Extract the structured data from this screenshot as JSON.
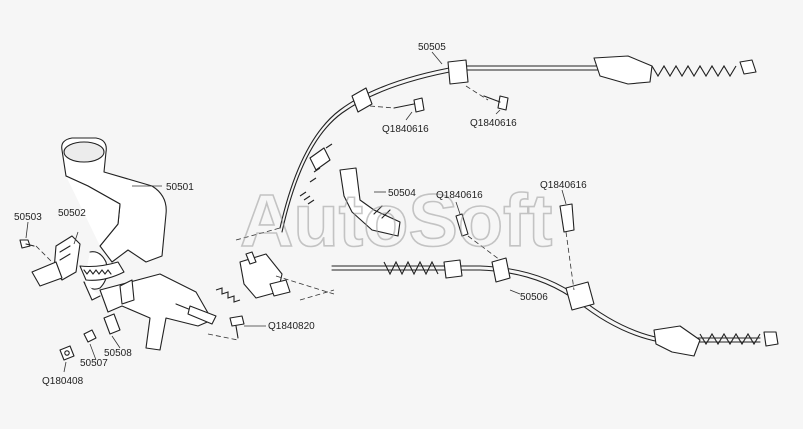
{
  "watermark": "AutoSoft",
  "labels": {
    "p50505": "50505",
    "q1840616_a": "Q1840616",
    "q1840616_b": "Q1840616",
    "q1840616_c": "Q1840616",
    "q1840616_d": "Q1840616",
    "p50501": "50501",
    "p50504": "50504",
    "p50503": "50503",
    "p50502": "50502",
    "q1840820": "Q1840820",
    "p50506": "50506",
    "p50508": "50508",
    "p50507": "50507",
    "q180408": "Q180408"
  },
  "colors": {
    "line": "#222222",
    "background": "#f6f6f6",
    "watermark": "#9a9a9a"
  }
}
